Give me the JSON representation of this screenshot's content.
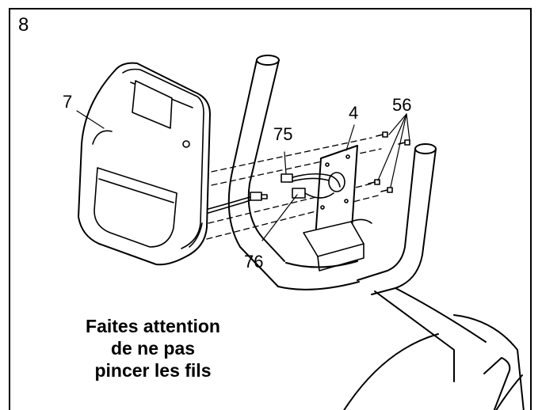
{
  "step_number": "8",
  "labels": {
    "console": "7",
    "bracket": "4",
    "bolts": "56",
    "upper_wire": "75",
    "lower_wire": "76"
  },
  "caption": {
    "line1": "Faites attention",
    "line2": "de ne pas",
    "line3": "pincer les fils"
  }
}
